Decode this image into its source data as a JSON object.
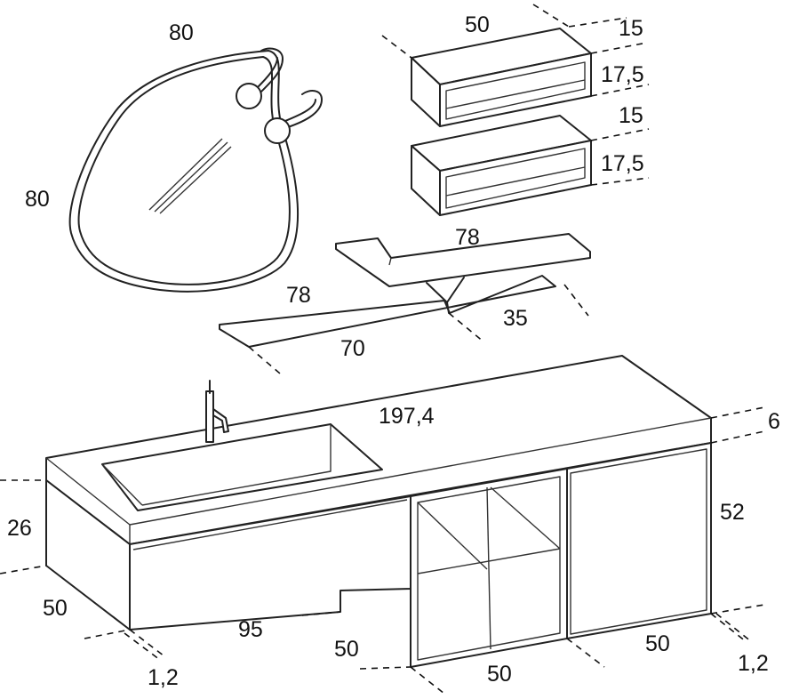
{
  "mirror": {
    "width": "80",
    "height": "80"
  },
  "shelf_boxes": {
    "width": "50",
    "depth": "15",
    "height": "17,5"
  },
  "shelves": {
    "upper_length": "78",
    "lower_length": "78",
    "lower_front": "70",
    "depth": "35"
  },
  "cabinet": {
    "top_width": "197,4",
    "top_thickness": "6",
    "height_right": "52",
    "height_left": "26",
    "depth_left": "50",
    "drawer_width": "95",
    "open_unit_depth": "50",
    "open_unit_width": "50",
    "door_width": "50",
    "panel_thickness_left": "1,2",
    "panel_thickness_right": "1,2"
  }
}
